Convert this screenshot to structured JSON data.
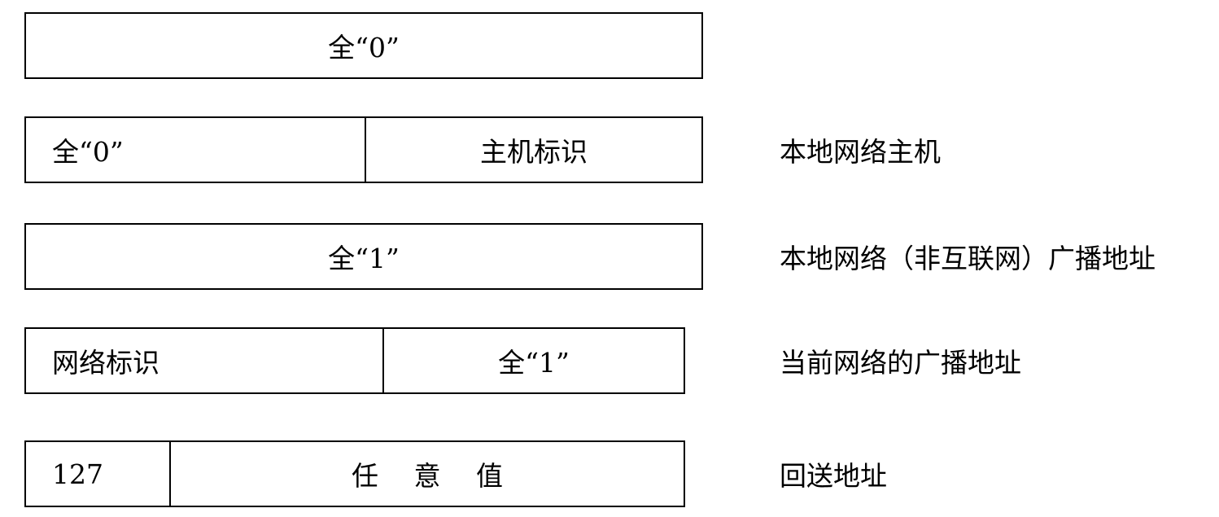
{
  "rows": [
    {
      "cells": [
        "全“0”"
      ],
      "description": ""
    },
    {
      "cells": [
        "全“0”",
        "主机标识"
      ],
      "description": "本地网络主机"
    },
    {
      "cells": [
        "全“1”"
      ],
      "description": "本地网络（非互联网）广播地址"
    },
    {
      "cells": [
        "网络标识",
        "全“1”"
      ],
      "description": "当前网络的广播地址"
    },
    {
      "cells": [
        "127",
        "任　 意　 值"
      ],
      "description": "回送地址"
    }
  ]
}
